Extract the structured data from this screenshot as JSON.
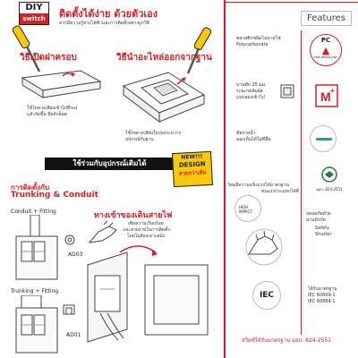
{
  "logo": {
    "line1": "DIY",
    "line2": "switch"
  },
  "header": {
    "title": "ติดตั้งได้ง่าย ด้วยตัวเอง",
    "subtitle": "ควรมีความรู้ทางไฟฟ้าและการติดตั้งอย่างถูกวิธี"
  },
  "steps": [
    {
      "title": "วิธีเปิดฝาครอบ",
      "desc_line1": "ใช้ไขควงเสียบเข้าไปที่ร่อง",
      "desc_line2": "แล้วงัดขึ้น ที่สลักล็อค"
    },
    {
      "title": "วิธีนำอะไหล่ออกจากฐาน",
      "desc_line1": "ใช้ไขควงเสียบในร่องระหว่าง",
      "desc_line2": "อุปกรณ์กับฐาน"
    }
  ],
  "banner": {
    "text": "ใช้ร่วมกับอุปกรณ์เดิมได้",
    "badge_line1": "NEW!!!",
    "badge_line2": "DESIGN",
    "badge_line3": "สวยกว่าเดิม"
  },
  "trunking": {
    "title_th": "การติดตั้งกับ",
    "title_en": "Trunking & Conduit",
    "label1": "Conduit + Fitting",
    "code1": "AD03",
    "label2": "Trunking + Fitting",
    "code2": "AD01"
  },
  "wiring": {
    "title": "ทางเข้าของเดินสายไฟ",
    "line1": "เพิ่มความเรียบร้อย",
    "line2": "และสวยงามในการติดตั้ง",
    "line3": "โดยไม่ต้องเจาะผนัง"
  },
  "features": {
    "heading": "Features",
    "items": [
      {
        "th": "พลาสติกชนิดไม่ลามไฟ",
        "en": "Polycarbonate",
        "badge_top": "PC",
        "badge_bottom": "FIRE RETARDANT"
      },
      {
        "th": "บานพับ 25 มม.",
        "th2": "ระยะกดสัมผัส",
        "th3": "แบบสองเข้าไป"
      },
      {
        "th": "มีพรายน้ำ",
        "th2": "มองเห็นได้ในที่มืด"
      },
      {
        "th": "วัสดุมีความแข็งแรงได้มาตรฐาน",
        "th2": "ทนแรงกระแทกได้ดี",
        "badge": "มอก. 824-2551"
      },
      {
        "th": "ปลอดภัยด้วย",
        "th2": "ม่านนิรภัย",
        "en": "Safety",
        "en2": "Shutter"
      },
      {
        "th": "ได้รับมาตรฐาน",
        "en": "IEC 60669-1",
        "en2": "IEC 60884-1",
        "badge": "IEC"
      }
    ],
    "footer": "สวิตช์ได้รับมาตรฐาน มอก. 824-2551"
  },
  "icons": {
    "screwdriver": "screwdriver-icon",
    "arrow": "arrow-icon"
  },
  "colors": {
    "accent": "#d81f26",
    "yellow": "#f6c90e",
    "text": "#222222"
  }
}
